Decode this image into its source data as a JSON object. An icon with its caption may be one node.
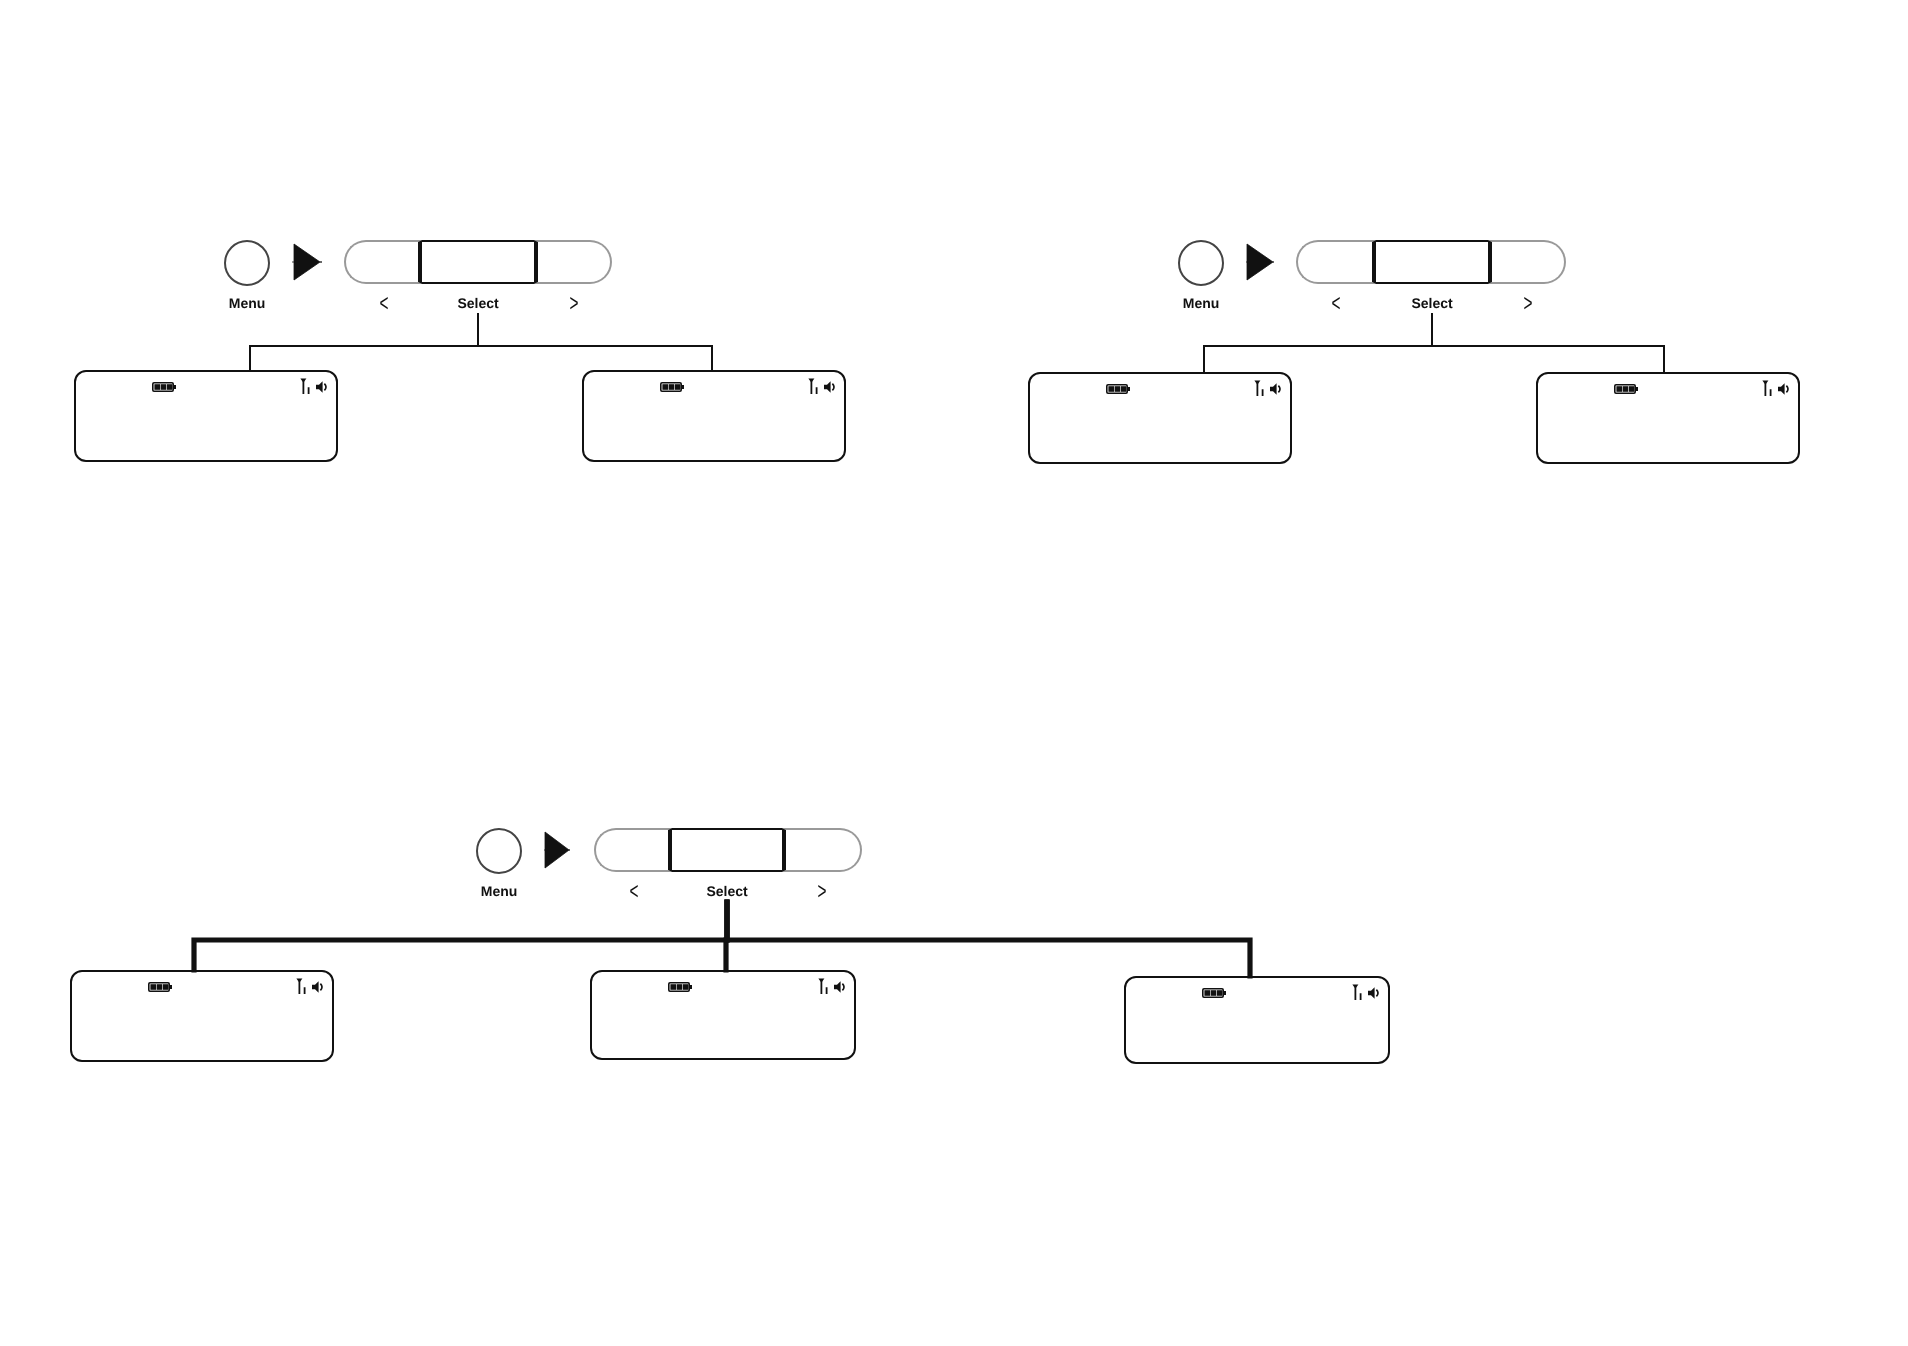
{
  "diagram": {
    "nodes": [
      {
        "text": [
          "Menu"
        ]
      },
      {
        "text": [
          "<"
        ]
      },
      {
        "text": [
          "Select"
        ]
      },
      {
        "text": [
          ">"
        ]
      },
      {
        "text": [],
        "shape": "box"
      },
      {
        "text": [],
        "shape": "box"
      },
      {
        "text": [
          "Menu"
        ]
      },
      {
        "text": [
          "<"
        ]
      },
      {
        "text": [
          "Select"
        ]
      },
      {
        "text": [
          ">"
        ]
      },
      {
        "text": [],
        "shape": "box"
      },
      {
        "text": [],
        "shape": "box"
      },
      {
        "text": [
          "Menu"
        ]
      },
      {
        "text": [
          "<"
        ]
      },
      {
        "text": [
          "Select"
        ]
      },
      {
        "text": [
          ">"
        ]
      },
      {
        "text": [],
        "shape": "box"
      },
      {
        "text": [],
        "shape": "box"
      },
      {
        "text": [],
        "shape": "box"
      }
    ],
    "edges": [
      {
        "from": 0,
        "to": 1,
        "arrow": "to"
      },
      {
        "from": 2,
        "to": 4,
        "arrow": "none"
      },
      {
        "from": 2,
        "to": 5,
        "arrow": "none"
      },
      {
        "from": 6,
        "to": 7,
        "arrow": "to"
      },
      {
        "from": 8,
        "to": 10,
        "arrow": "none"
      },
      {
        "from": 8,
        "to": 11,
        "arrow": "none"
      },
      {
        "from": 12,
        "to": 13,
        "arrow": "to"
      },
      {
        "from": 14,
        "to": 16,
        "arrow": "none",
        "style": "thick"
      },
      {
        "from": 14,
        "to": 17,
        "arrow": "none",
        "style": "thick"
      },
      {
        "from": 14,
        "to": 18,
        "arrow": "none",
        "style": "thick"
      }
    ]
  }
}
